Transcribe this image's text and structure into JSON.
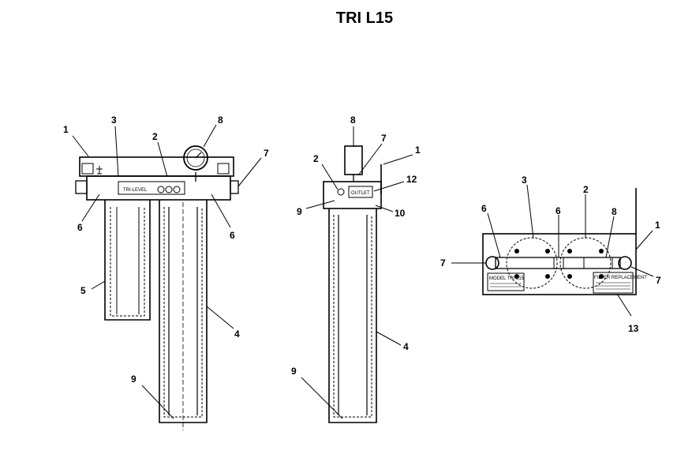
{
  "title": "TRI L15",
  "views": {
    "front": {
      "callouts": [
        "1",
        "3",
        "2",
        "8",
        "7",
        "6",
        "6",
        "5",
        "4",
        "9"
      ],
      "head_plate_text": "TRI-LEVEL"
    },
    "side": {
      "callouts": [
        "8",
        "7",
        "1",
        "2",
        "12",
        "9",
        "10",
        "4",
        "9"
      ],
      "plate_text": "OUTLET"
    },
    "top": {
      "callouts": [
        "3",
        "2",
        "6",
        "6",
        "8",
        "1",
        "7",
        "7",
        "13"
      ],
      "model_label": "MODEL TRI L15",
      "warning_label": "FILTER REPLACEMENT"
    }
  }
}
